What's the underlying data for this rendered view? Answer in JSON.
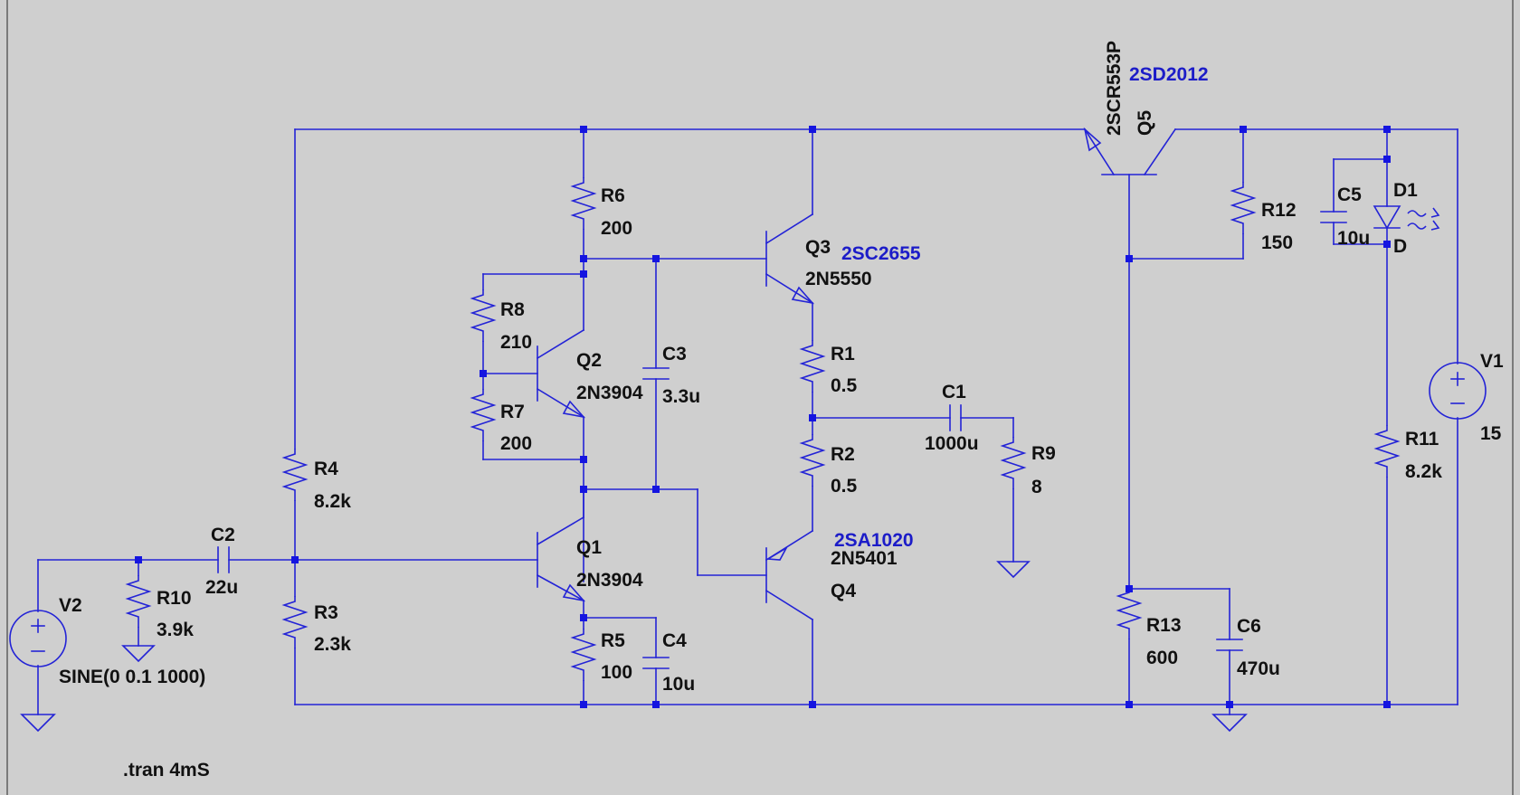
{
  "colors": {
    "background": "#cfcfcf",
    "wire": "#2323d6",
    "label": "#111111",
    "model": "#1c1cc8"
  },
  "components": {
    "R1": {
      "name": "R1",
      "value": "0.5"
    },
    "R2": {
      "name": "R2",
      "value": "0.5"
    },
    "R3": {
      "name": "R3",
      "value": "2.3k"
    },
    "R4": {
      "name": "R4",
      "value": "8.2k"
    },
    "R5": {
      "name": "R5",
      "value": "100"
    },
    "R6": {
      "name": "R6",
      "value": "200"
    },
    "R7": {
      "name": "R7",
      "value": "200"
    },
    "R8": {
      "name": "R8",
      "value": "210"
    },
    "R9": {
      "name": "R9",
      "value": "8"
    },
    "R10": {
      "name": "R10",
      "value": "3.9k"
    },
    "R11": {
      "name": "R11",
      "value": "8.2k"
    },
    "R12": {
      "name": "R12",
      "value": "150"
    },
    "R13": {
      "name": "R13",
      "value": "600"
    },
    "C1": {
      "name": "C1",
      "value": "1000u"
    },
    "C2": {
      "name": "C2",
      "value": "22u"
    },
    "C3": {
      "name": "C3",
      "value": "3.3u"
    },
    "C4": {
      "name": "C4",
      "value": "10u"
    },
    "C5": {
      "name": "C5",
      "value": "10u"
    },
    "C6": {
      "name": "C6",
      "value": "470u"
    },
    "Q1": {
      "name": "Q1",
      "model": "2N3904"
    },
    "Q2": {
      "name": "Q2",
      "model": "2N3904"
    },
    "Q3": {
      "name": "Q3",
      "model": "2N5550",
      "alt_model": "2SC2655"
    },
    "Q4": {
      "name": "Q4",
      "model": "2N5401",
      "alt_model": "2SA1020"
    },
    "Q5": {
      "name": "Q5",
      "model": "2SCR553P",
      "alt_model": "2SD2012"
    },
    "D1": {
      "name": "D1",
      "model": "D"
    },
    "V1": {
      "name": "V1",
      "value": "15"
    },
    "V2": {
      "name": "V2",
      "value": "SINE(0 0.1 1000)"
    }
  },
  "directive": ".tran 4mS"
}
